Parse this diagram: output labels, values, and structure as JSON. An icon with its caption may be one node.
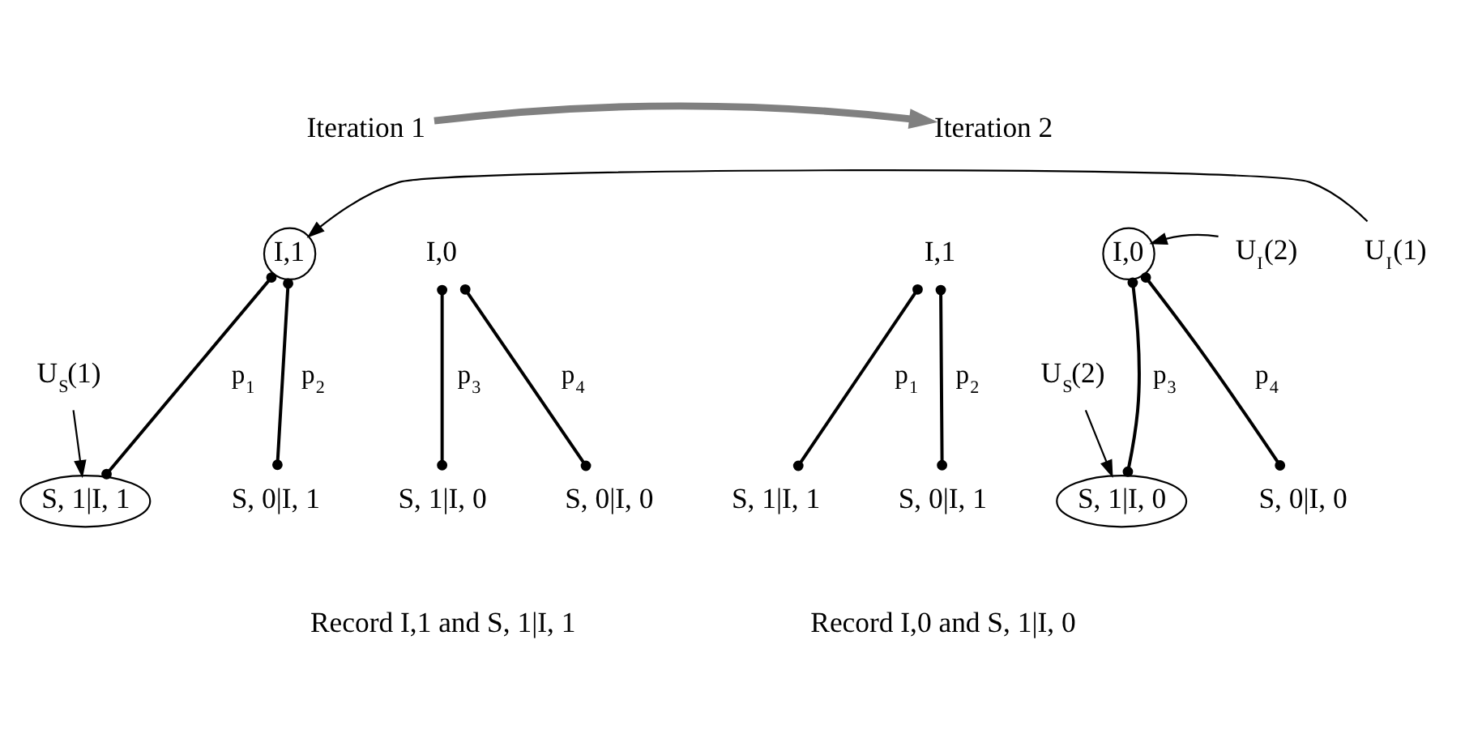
{
  "diagram": {
    "nodes": [
      {
        "text": [
          "Iteration 1"
        ]
      },
      {
        "text": [
          "Iteration 2"
        ]
      },
      {
        "text": [
          "I,1"
        ]
      },
      {
        "text": [
          "U$_{I}$(1)"
        ]
      },
      {
        "text": [
          "I,0"
        ]
      },
      {
        "text": [
          "I,1"
        ]
      },
      {
        "text": [
          "U$_{I}$(2)"
        ]
      },
      {
        "text": [
          "I,0"
        ]
      },
      {
        "text": [
          "U$_{S}$(1)"
        ]
      },
      {
        "text": [
          "U$_{S}$(2)"
        ]
      },
      {
        "text": [
          "S, 1|I, 1"
        ]
      },
      {
        "text": [
          "S, 0|I, 1"
        ]
      },
      {
        "text": [
          "S, 1|I, 0"
        ]
      },
      {
        "text": [
          "S, 0|I, 0"
        ]
      },
      {
        "text": [
          "S, 1|I, 1"
        ]
      },
      {
        "text": [
          "S, 0|I, 1"
        ]
      },
      {
        "text": [
          "S, 1|I, 0"
        ]
      },
      {
        "text": [
          "S, 0|I, 0"
        ]
      }
    ],
    "edges": [
      {
        "from": 0,
        "to": 1,
        "arrow": "to",
        "style": "thick",
        "color": "#808080"
      },
      {
        "from": 3,
        "to": 2,
        "arrow": "to"
      },
      {
        "from": 6,
        "to": 7,
        "arrow": "to"
      },
      {
        "from": 2,
        "to": 10,
        "arrow": "other",
        "label": "p$_{1}$"
      },
      {
        "from": 2,
        "to": 11,
        "arrow": "other",
        "label": "p$_{2}$"
      },
      {
        "from": 4,
        "to": 12,
        "arrow": "other",
        "label": "p$_{3}$"
      },
      {
        "from": 4,
        "to": 13,
        "arrow": "other",
        "label": "p$_{4}$"
      },
      {
        "from": 5,
        "to": 14,
        "arrow": "other",
        "label": "p$_{1}$"
      },
      {
        "from": 5,
        "to": 15,
        "arrow": "other",
        "label": "p$_{2}$"
      },
      {
        "from": 7,
        "to": 16,
        "arrow": "other",
        "label": "p$_{3}$"
      },
      {
        "from": 7,
        "to": 17,
        "arrow": "other",
        "label": "p$_{4}$"
      },
      {
        "from": 8,
        "to": 10,
        "arrow": "to"
      },
      {
        "from": 9,
        "to": 16,
        "arrow": "to"
      }
    ],
    "labels": [
      "Record I,1 and S, 1|I, 1",
      "Record I,0 and S, 1|I, 0"
    ]
  }
}
